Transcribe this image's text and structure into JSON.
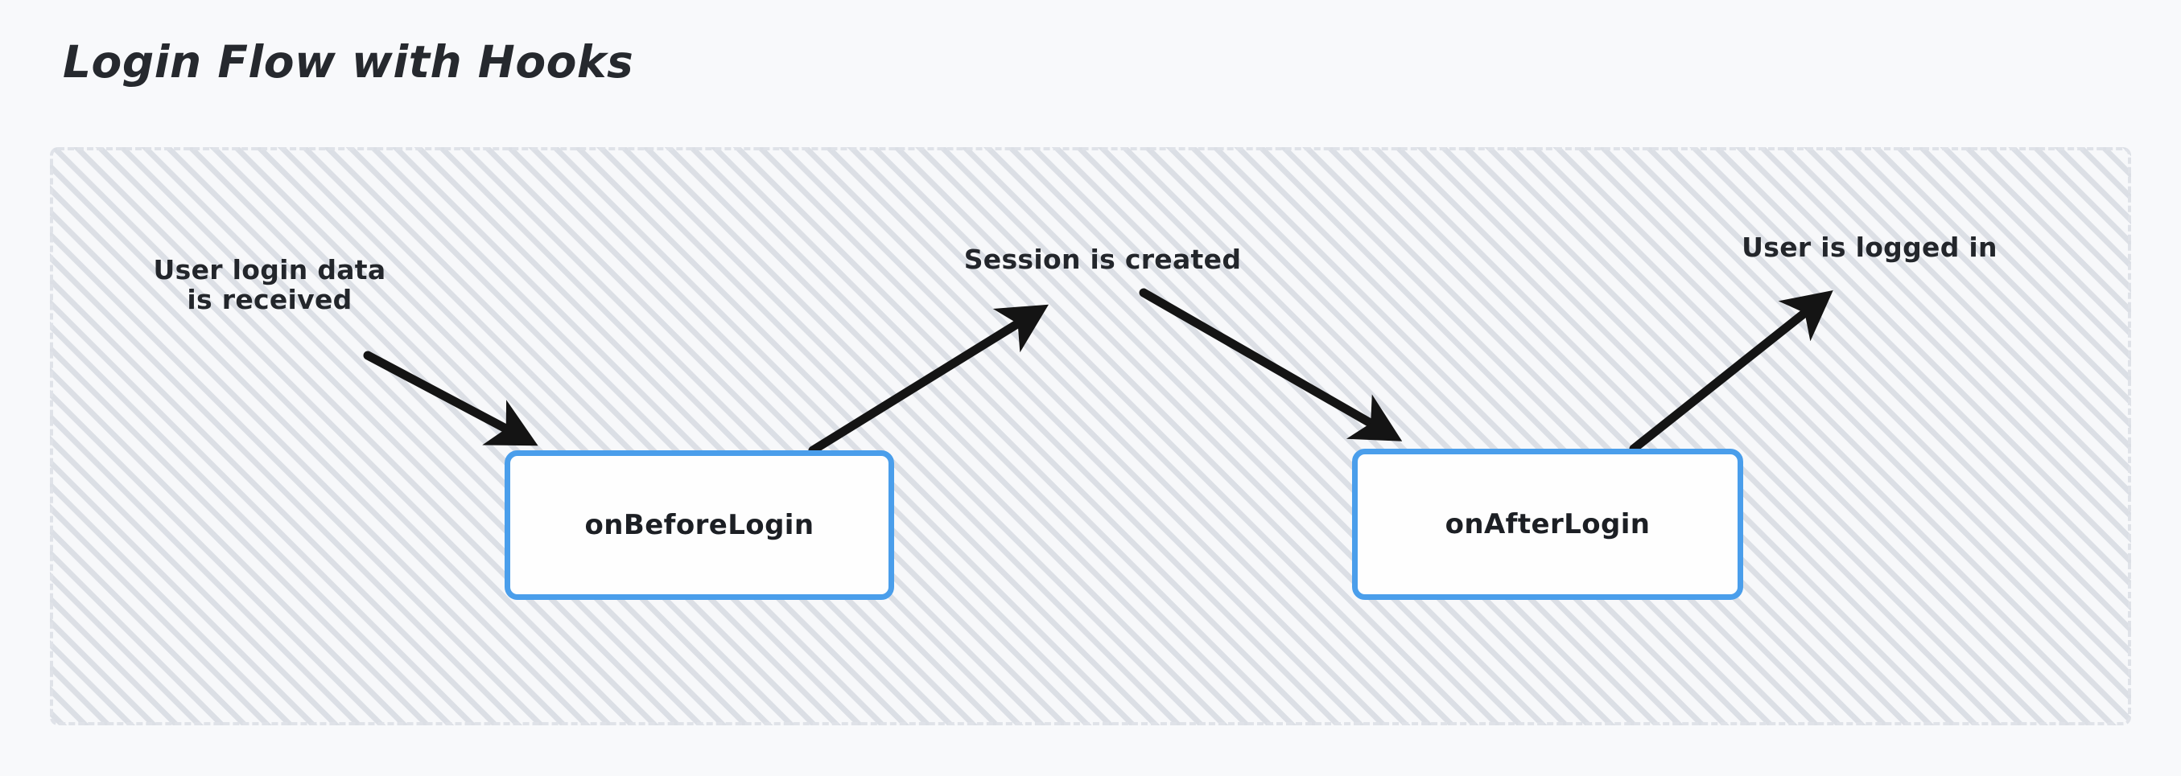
{
  "page": {
    "title": "Login Flow with Hooks",
    "background_color": "#f8f9fb"
  },
  "container": {
    "name": "flow-container",
    "border_style": "dashed",
    "border_color": "#dfe2e8",
    "fill_pattern": "diagonal-hatch",
    "hatch_color": "#c5cad4"
  },
  "nodes": [
    {
      "id": "on-before-login",
      "label": "onBeforeLogin",
      "border_color": "#4a9eeb",
      "fill_color": "#fefefe"
    },
    {
      "id": "on-after-login",
      "label": "onAfterLogin",
      "border_color": "#4a9eeb",
      "fill_color": "#fefefe"
    }
  ],
  "edges": [
    {
      "id": "user-login-data",
      "label": "User login data\nis received",
      "direction": "into-on-before-login",
      "color": "#141414"
    },
    {
      "id": "session-created",
      "label": "Session is created",
      "direction": "out-of-on-before-login",
      "color": "#141414"
    },
    {
      "id": "session-created-to-after",
      "label": "",
      "direction": "into-on-after-login",
      "color": "#141414"
    },
    {
      "id": "user-logged-in",
      "label": "User is logged in",
      "direction": "out-of-on-after-login",
      "color": "#141414"
    }
  ]
}
